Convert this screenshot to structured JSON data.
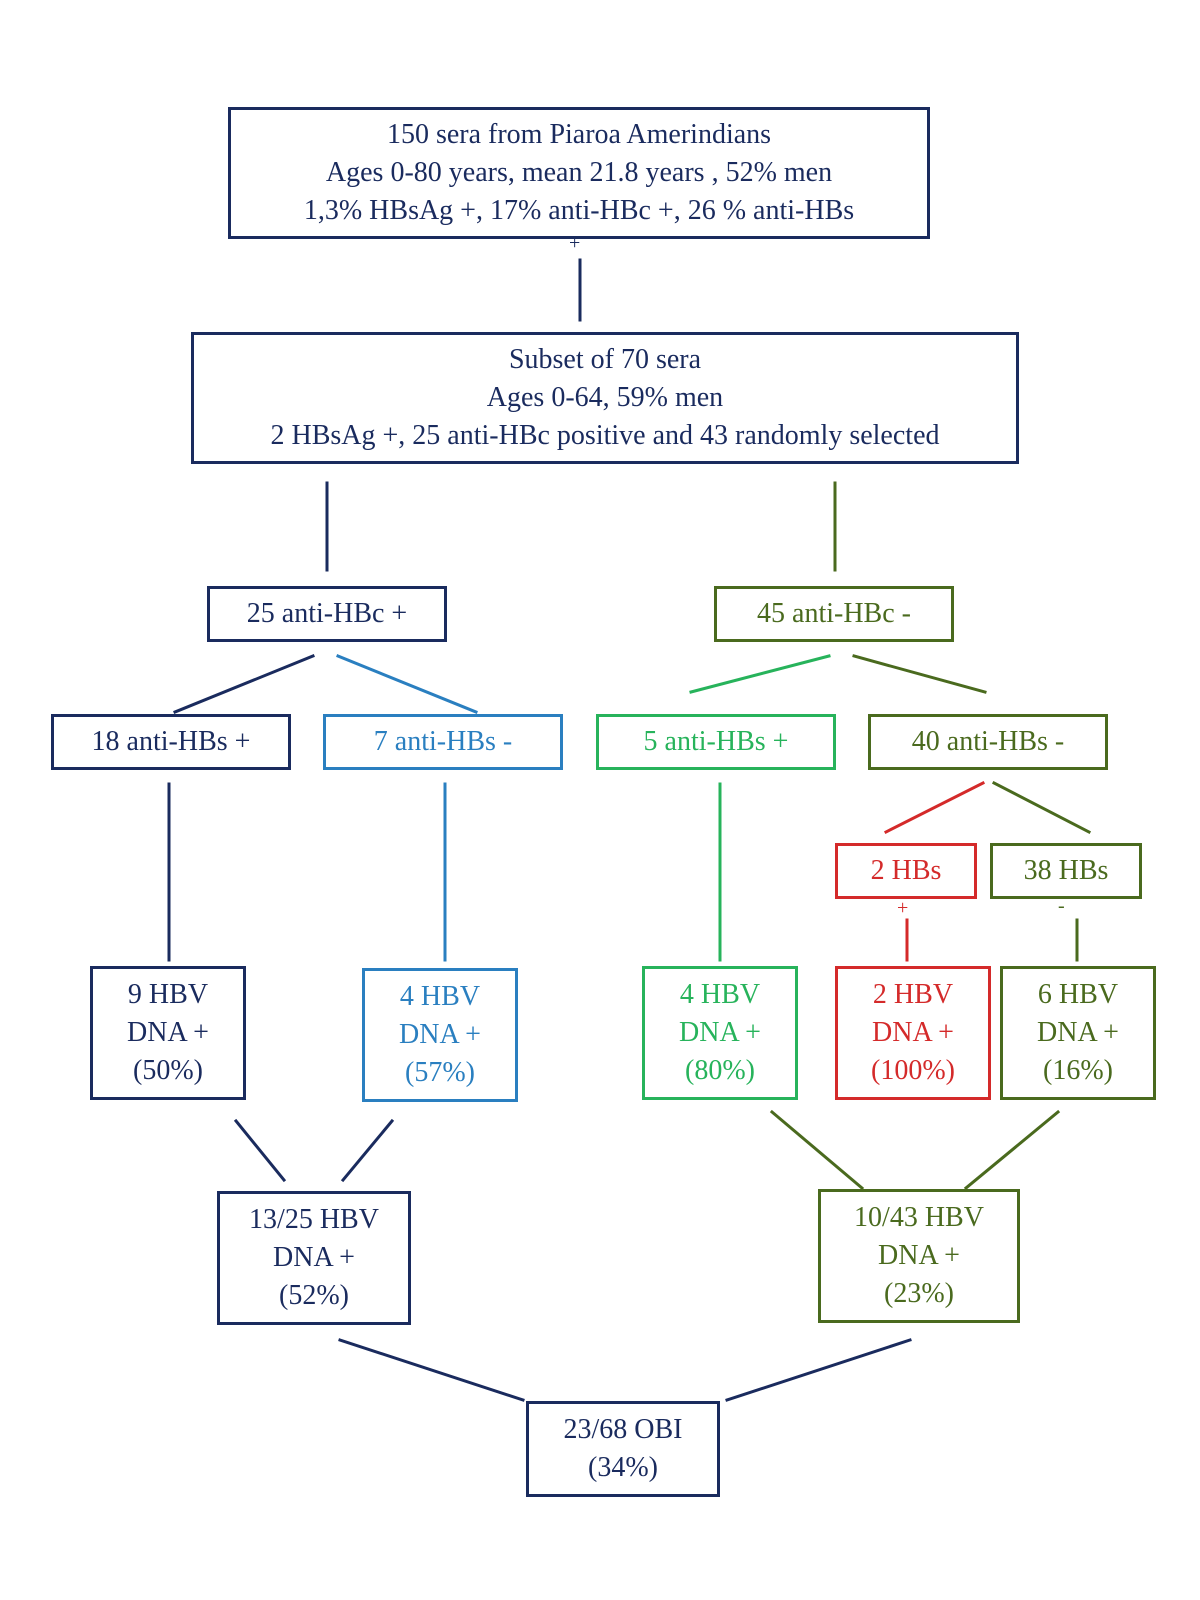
{
  "boxes": {
    "total": [
      "150 sera from Piaroa Amerindians",
      "Ages 0-80 years, mean 21.8 years , 52% men",
      "1,3%  HBsAg +, 17%  anti-HBc +, 26 %  anti-HBs"
    ],
    "subset": [
      "Subset of 70 sera",
      "Ages 0-64, 59% men",
      "2 HBsAg +, 25 anti-HBc positive and 43 randomly selected"
    ],
    "hbc_pos": [
      "25 anti-HBc +"
    ],
    "hbc_neg": [
      "45 anti-HBc -"
    ],
    "hbs18": [
      "18 anti-HBs +"
    ],
    "hbs7": [
      "7 anti-HBs -"
    ],
    "hbs5": [
      "5 anti-HBs +"
    ],
    "hbs40": [
      "40 anti-HBs -"
    ],
    "hbs2": [
      "2 HBs"
    ],
    "hbs38": [
      "38 HBs"
    ],
    "dna9": [
      "9 HBV",
      "DNA +",
      "(50%)"
    ],
    "dna4_blue": [
      "4 HBV",
      "DNA +",
      "(57%)"
    ],
    "dna4_green": [
      "4 HBV",
      "DNA +",
      "(80%)"
    ],
    "dna2": [
      "2 HBV",
      "DNA +",
      "(100%)"
    ],
    "dna6": [
      "6 HBV",
      "DNA +",
      "(16%)"
    ],
    "left_total": [
      "13/25 HBV",
      "DNA +",
      "(52%)"
    ],
    "right_total": [
      "10/43 HBV",
      "DNA +",
      "(23%)"
    ],
    "obi": [
      "23/68 OBI",
      "(34%)"
    ]
  },
  "ticks": {
    "plus_top": "+",
    "plus_hbs2": "+",
    "minus_hbs38": "-"
  },
  "colors": {
    "navy": "#1a2b5e",
    "blue": "#2a7fc0",
    "green": "#27b35b",
    "olive": "#4a6a1e",
    "red": "#d42a2a"
  }
}
